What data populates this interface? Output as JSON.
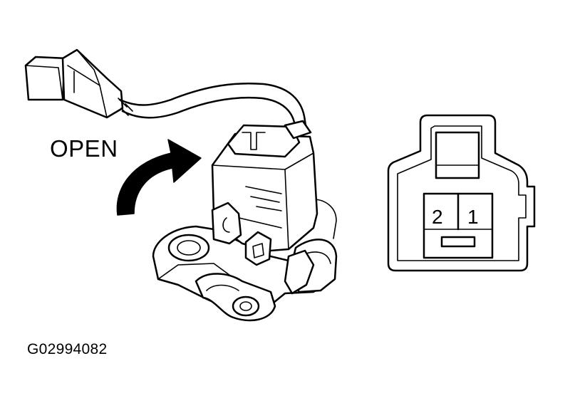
{
  "labels": {
    "open": "OPEN",
    "figure_code": "G02994082"
  },
  "connector": {
    "pin_left": "2",
    "pin_right": "1"
  },
  "colors": {
    "line": "#000000",
    "background": "#ffffff"
  }
}
